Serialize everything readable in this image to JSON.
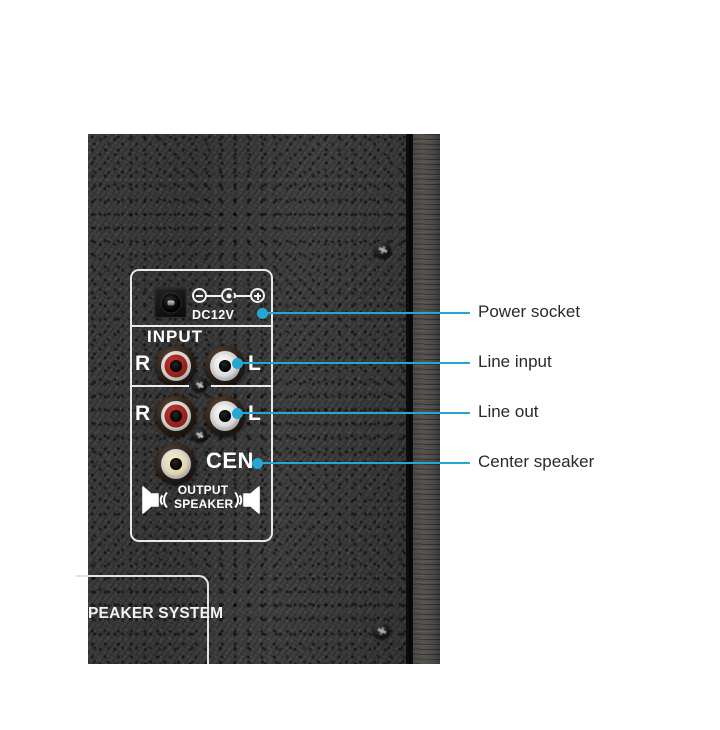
{
  "figure": {
    "type": "annotated-product-photo",
    "subject": "Rear input/output panel of a multimedia speaker system",
    "background_color": "#ffffff"
  },
  "device": {
    "panel_box_label": "jack-panel",
    "power": {
      "polarity_symbols": [
        "minus-circle-icon",
        "center-pin-icon",
        "plus-circle-icon"
      ],
      "jack_icon": "dc-barrel-jack-icon",
      "voltage_label": "DC12V"
    },
    "input_section": {
      "title": "INPUT",
      "right_label": "R",
      "left_label": "L",
      "right_jack_color": "#b12f22",
      "left_jack_color": "#f0f0f0"
    },
    "output_section": {
      "right_label": "R",
      "left_label": "L",
      "center_label": "CEN",
      "right_jack_color": "#b12f22",
      "left_jack_color": "#f0f0f0",
      "center_jack_color": "#e8d9a8",
      "footer_line1": "OUTPUT",
      "footer_line2": "SPEAKER",
      "speaker_icon_left": "speaker-wave-left-icon",
      "speaker_icon_right": "speaker-wave-right-icon"
    },
    "brand_plate": {
      "text": "PEAKER SYSTEM"
    },
    "screws": [
      "cabinet-screw-top",
      "cabinet-screw-bottom",
      "panel-screw-upper",
      "panel-screw-lower"
    ]
  },
  "annotations": {
    "accent_color": "#25a7d4",
    "text_color": "#2a2a2a",
    "items": [
      {
        "id": "power-socket",
        "label": "Power socket",
        "target": "DC12V barrel jack"
      },
      {
        "id": "line-input",
        "label": "Line input",
        "target": "INPUT RCA L jack"
      },
      {
        "id": "line-out",
        "label": "Line out",
        "target": "OUTPUT RCA L jack"
      },
      {
        "id": "center-speaker",
        "label": "Center speaker",
        "target": "CEN RCA jack"
      }
    ]
  }
}
